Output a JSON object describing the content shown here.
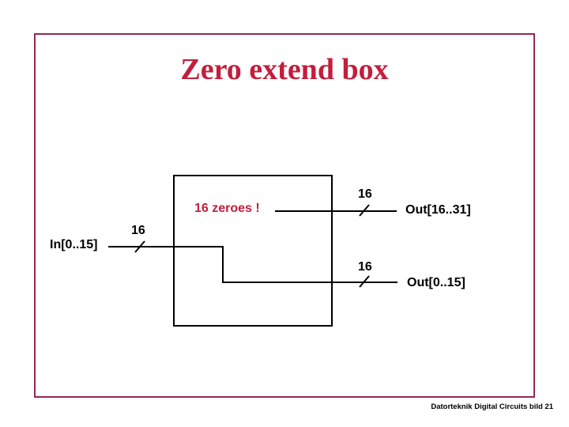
{
  "slide": {
    "title": "Zero extend box",
    "footer": "Datorteknik Digital Circuits bild 21"
  },
  "colors": {
    "accent_red": "#C31E3C",
    "border_red": "#97294B",
    "line_black": "#000000"
  },
  "diagram": {
    "box_label": "16 zeroes !",
    "input": {
      "label": "In[0..15]",
      "bus_width": "16"
    },
    "outputs": [
      {
        "label": "Out[16..31]",
        "bus_width": "16"
      },
      {
        "label": "Out[0..15]",
        "bus_width": "16"
      }
    ]
  }
}
